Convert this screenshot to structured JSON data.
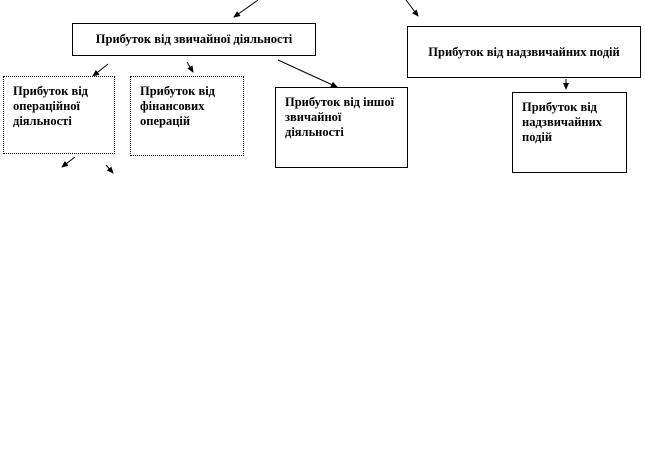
{
  "nodes": {
    "ordinary_activity": "Прибуток від звичайної діяльності",
    "extraordinary_events_header": "Прибуток від надзвичайних подій",
    "operating_activity": "Прибуток від операційної діяльності",
    "financial_operations": "Прибуток від фінансових операцій",
    "other_ordinary_activity": "Прибуток від іншої звичайної діяльності",
    "extraordinary_events": "Прибуток від надзвичайних подій"
  }
}
